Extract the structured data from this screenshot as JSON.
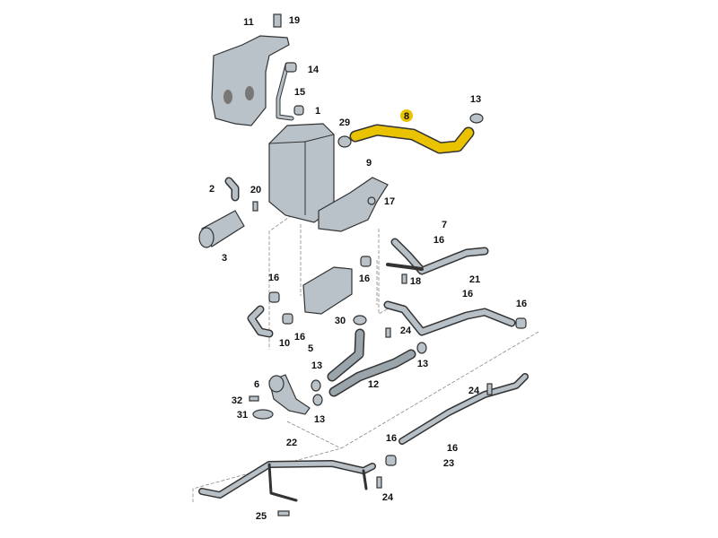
{
  "diagram": {
    "highlight_color": "#e9c200",
    "part_color": "#b9c2c9",
    "labels": [
      "11",
      "19",
      "14",
      "15",
      "1",
      "29",
      "8",
      "13",
      "9",
      "2",
      "20",
      "17",
      "3",
      "7",
      "16",
      "16",
      "16",
      "18",
      "21",
      "16",
      "16",
      "30",
      "16",
      "24",
      "10",
      "5",
      "13",
      "13",
      "6",
      "12",
      "32",
      "31",
      "13",
      "24",
      "22",
      "16",
      "16",
      "23",
      "24",
      "25"
    ]
  }
}
